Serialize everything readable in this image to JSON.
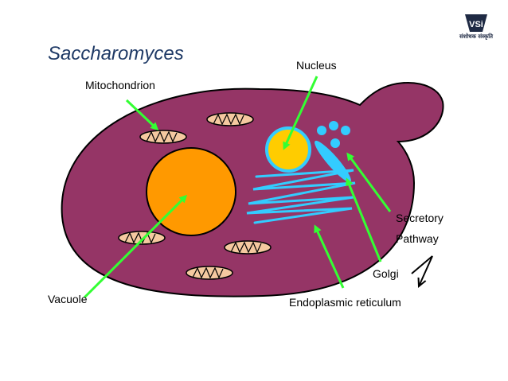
{
  "title": "Saccharomyces",
  "labels": {
    "nucleus": "Nucleus",
    "mitochondrion": "Mitochondrion",
    "secretory_line1": "Secretory",
    "secretory_line2": "Pathway",
    "golgi": "Golgi",
    "vacuole": "Vacuole",
    "er": "Endoplasmic  reticulum"
  },
  "logo": {
    "mark": "VSi",
    "caption": "संशोधक संस्कृति"
  },
  "colors": {
    "cell": "#953566",
    "vacuole": "#ff9900",
    "nucleus": "#ffcc00",
    "nucleus_ring": "#33ccff",
    "er": "#33ccff",
    "mito": "#f5c9a0",
    "arrow": "#33ff33"
  }
}
